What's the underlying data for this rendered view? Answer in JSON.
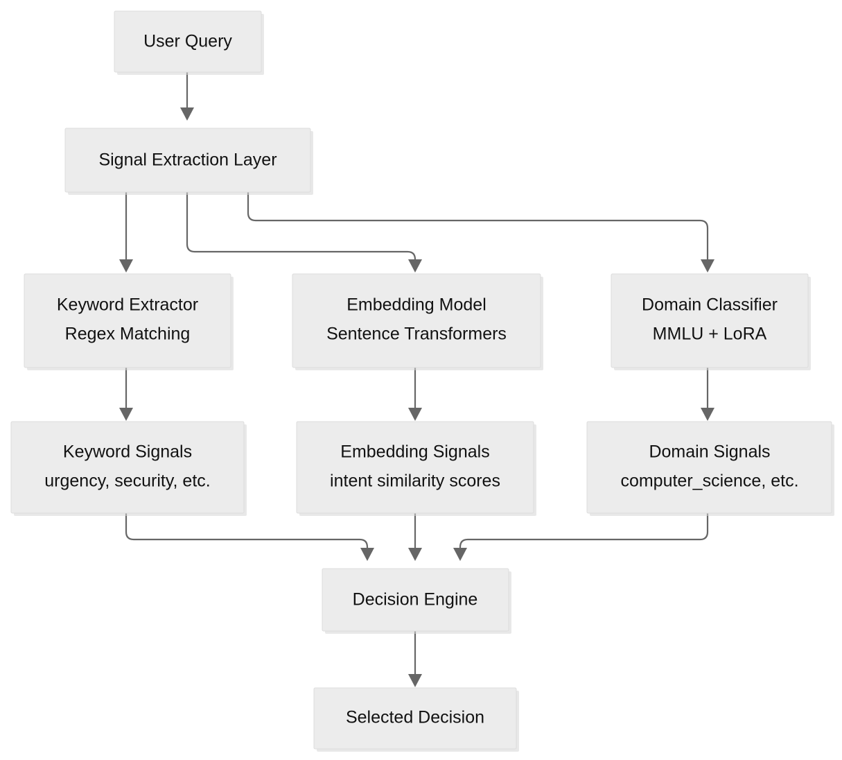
{
  "diagram": {
    "type": "flowchart",
    "orientation": "top-to-bottom",
    "background_color": "#FFFFFF",
    "node_fill_color": "#ECECEC",
    "node_border_color": "#DCDCDC",
    "edge_color": "#666666",
    "text_color": "#111111",
    "nodes": {
      "user_query": {
        "line1": "User Query",
        "line2": ""
      },
      "signal_extraction": {
        "line1": "Signal Extraction Layer",
        "line2": ""
      },
      "keyword_extractor": {
        "line1": "Keyword Extractor",
        "line2": "Regex Matching"
      },
      "embedding_model": {
        "line1": "Embedding Model",
        "line2": "Sentence Transformers"
      },
      "domain_classifier": {
        "line1": "Domain Classifier",
        "line2": "MMLU + LoRA"
      },
      "keyword_signals": {
        "line1": "Keyword Signals",
        "line2": "urgency, security, etc."
      },
      "embedding_signals": {
        "line1": "Embedding Signals",
        "line2": "intent similarity scores"
      },
      "domain_signals": {
        "line1": "Domain Signals",
        "line2": "computer_science, etc."
      },
      "decision_engine": {
        "line1": "Decision Engine",
        "line2": ""
      },
      "selected_decision": {
        "line1": "Selected Decision",
        "line2": ""
      }
    },
    "edges": [
      {
        "from": "user_query",
        "to": "signal_extraction"
      },
      {
        "from": "signal_extraction",
        "to": "keyword_extractor"
      },
      {
        "from": "signal_extraction",
        "to": "embedding_model"
      },
      {
        "from": "signal_extraction",
        "to": "domain_classifier"
      },
      {
        "from": "keyword_extractor",
        "to": "keyword_signals"
      },
      {
        "from": "embedding_model",
        "to": "embedding_signals"
      },
      {
        "from": "domain_classifier",
        "to": "domain_signals"
      },
      {
        "from": "keyword_signals",
        "to": "decision_engine"
      },
      {
        "from": "embedding_signals",
        "to": "decision_engine"
      },
      {
        "from": "domain_signals",
        "to": "decision_engine"
      },
      {
        "from": "decision_engine",
        "to": "selected_decision"
      }
    ]
  }
}
